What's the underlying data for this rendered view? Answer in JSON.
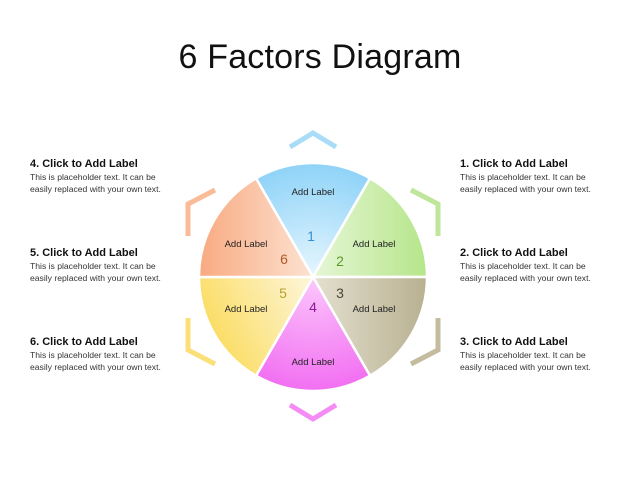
{
  "title": "6 Factors Diagram",
  "factors": [
    {
      "number": "1",
      "label": "Add Label",
      "heading": "1. Click to Add Label",
      "body_line1": "This is placeholder  text. It can be",
      "body_line2": "easily replaced  with your own text.",
      "color": "#8fd3f8",
      "number_color": "#3a8fd0"
    },
    {
      "number": "2",
      "label": "Add Label",
      "heading": "2. Click to Add Label",
      "body_line1": "This is placeholder  text. It can be",
      "body_line2": "easily replaced  with your own text.",
      "color": "#b5e68a",
      "number_color": "#5a9a2a"
    },
    {
      "number": "3",
      "label": "Add Label",
      "heading": "3. Click to Add Label",
      "body_line1": "This is placeholder  text. It can be",
      "body_line2": "easily replaced  with your own text.",
      "color": "#b8b090",
      "number_color": "#4a4535"
    },
    {
      "number": "4",
      "label": "Add Label",
      "heading": "4. Click to Add Label",
      "body_line1": "This is placeholder  text. It can be",
      "body_line2": "easily replaced  with your own text.",
      "color": "#f26ff2",
      "number_color": "#8a1a9a"
    },
    {
      "number": "5",
      "label": "Add Label",
      "heading": "5. Click to Add Label",
      "body_line1": "This is placeholder  text. It can be",
      "body_line2": "easily replaced  with your own text.",
      "color": "#fbdc60",
      "number_color": "#b8a030"
    },
    {
      "number": "6",
      "label": "Add Label",
      "heading": "6. Click to Add Label",
      "body_line1": "This is placeholder  text. It can be",
      "body_line2": "easily replaced  with your own text.",
      "color": "#f8aa80",
      "number_color": "#b05a2a"
    }
  ]
}
